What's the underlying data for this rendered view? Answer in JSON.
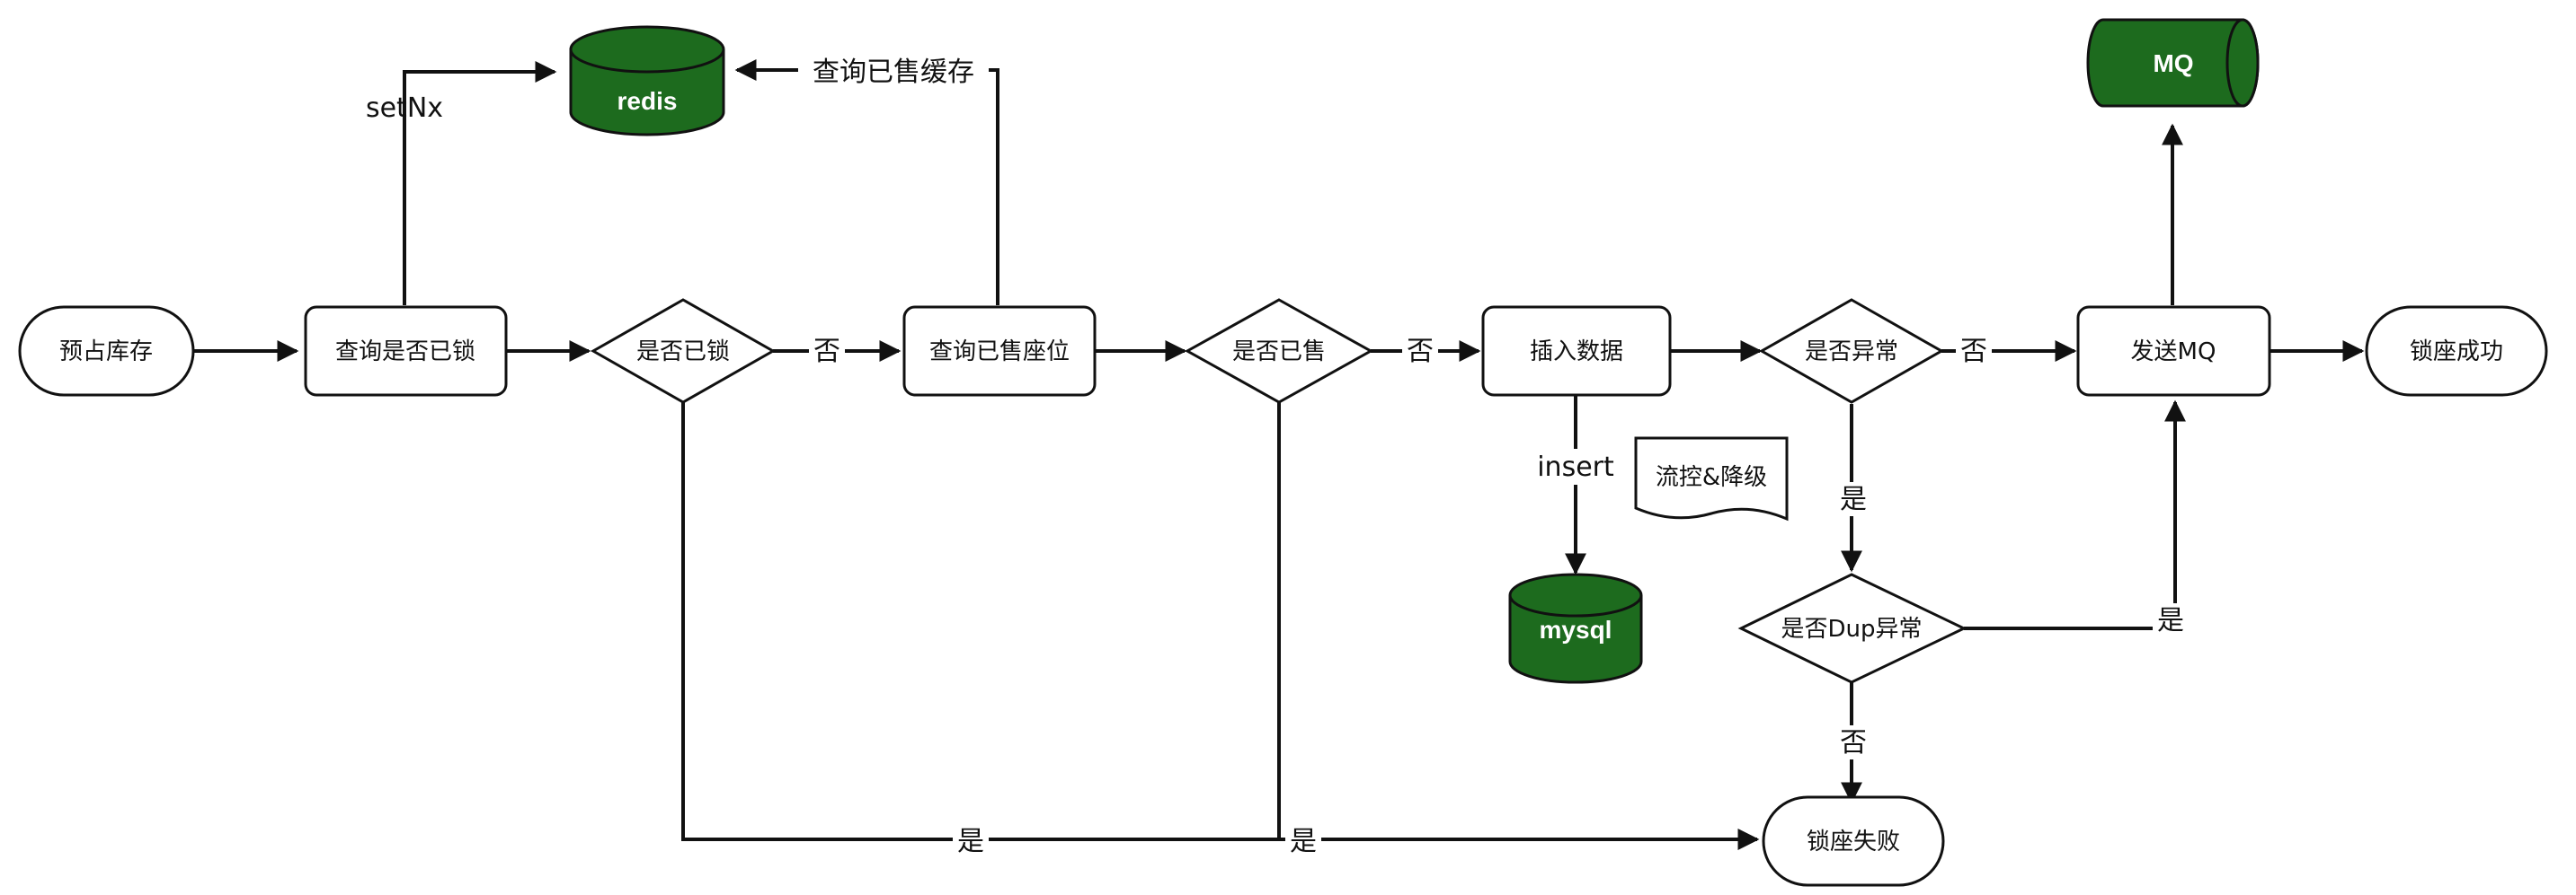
{
  "nodes": {
    "start": "预占库存",
    "query_lock": "查询是否已锁",
    "is_locked": "是否已锁",
    "query_sold": "查询已售座位",
    "is_sold": "是否已售",
    "insert": "插入数据",
    "is_error": "是否异常",
    "send_mq": "发送MQ",
    "success": "锁座成功",
    "is_dup": "是否Dup异常",
    "fail": "锁座失败",
    "flow_control": "流控&降级",
    "redis": "redis",
    "mysql": "mysql",
    "mq": "MQ"
  },
  "edges": {
    "setnx": "setNx",
    "query_sold_cache": "查询已售缓存",
    "no_locked": "否",
    "no_sold": "否",
    "no_error": "否",
    "insert": "insert",
    "yes_error": "是",
    "yes_dup": "是",
    "no_dup": "否",
    "yes_locked": "是",
    "yes_sold": "是"
  },
  "colors": {
    "db_fill": "#1d6b1e",
    "stroke": "#111111",
    "background": "#ffffff"
  }
}
